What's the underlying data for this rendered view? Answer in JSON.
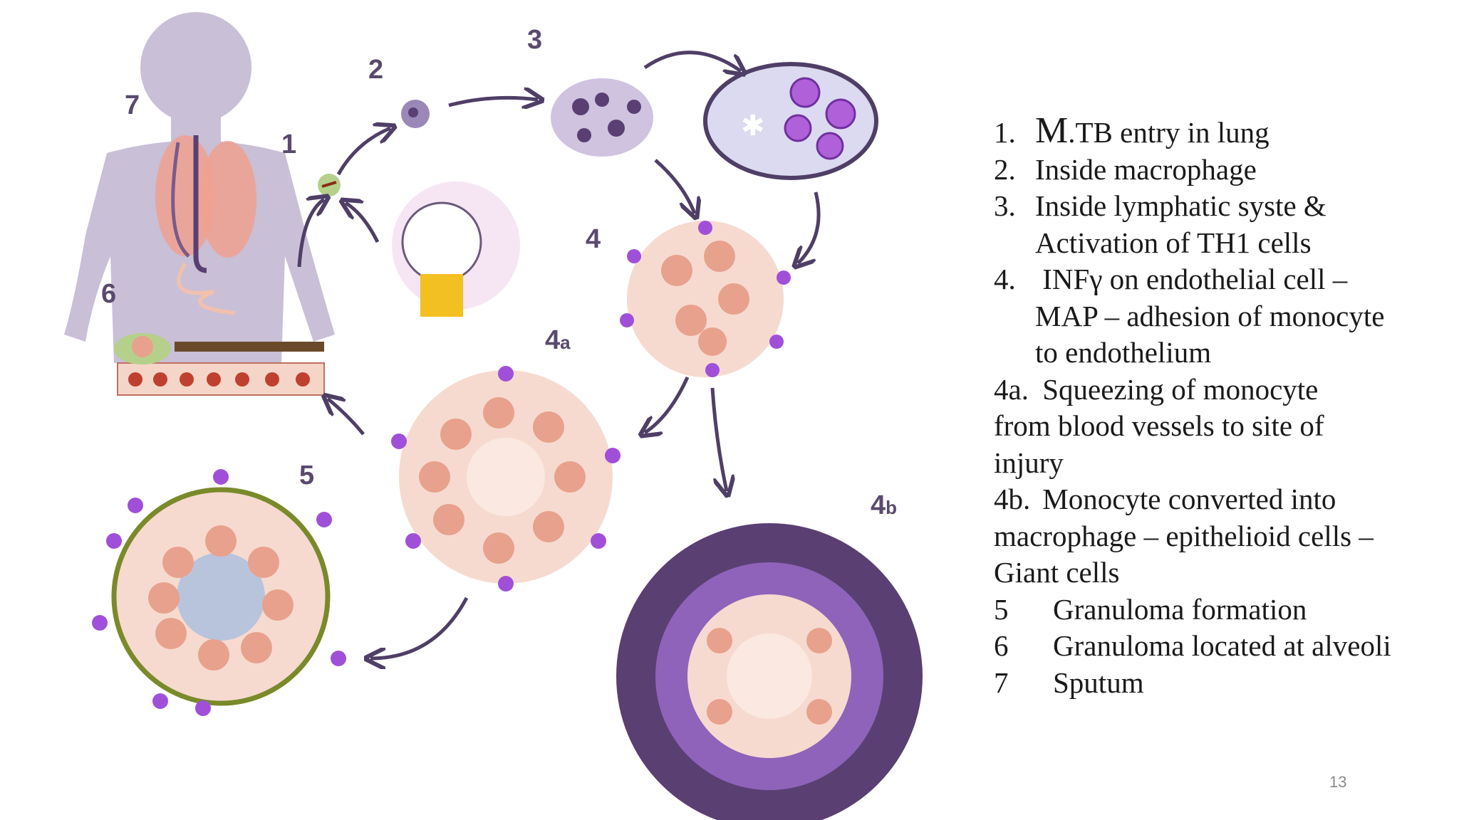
{
  "diagram": {
    "labels": {
      "l1": "1",
      "l2": "2",
      "l3": "3",
      "l4": "4",
      "l4a": "4",
      "l4a_sub": "a",
      "l4b": "4",
      "l4b_sub": "b",
      "l5": "5",
      "l6": "6",
      "l7": "7"
    }
  },
  "legend": {
    "i1": {
      "num": "1.",
      "big": "M",
      "rest": ".TB  entry in lung"
    },
    "i2": {
      "num": "2.",
      "text": "Inside macrophage"
    },
    "i3": {
      "num": "3.",
      "text": "Inside lymphatic syste &",
      "cont": "Activation of TH1 cells"
    },
    "i4": {
      "num": "4.",
      "text": " INFγ on endothelial cell –",
      "cont1": "MAP – adhesion of monocyte",
      "cont2": "to endothelium"
    },
    "i4a": {
      "num": "4a.",
      "text": "  Squeezing of monocyte",
      "cont1": "from blood  vessels to site of",
      "cont2": "injury"
    },
    "i4b": {
      "num": "4b.",
      "text": " Monocyte converted into",
      "cont1": "macrophage – epithelioid cells –",
      "cont2": "Giant cells"
    },
    "i5": {
      "num": "5",
      "text": "Granuloma formation"
    },
    "i6": {
      "num": "6",
      "text": "Granuloma located at alveoli"
    },
    "i7": {
      "num": "7",
      "text": "Sputum"
    }
  },
  "page_number": "13",
  "colors": {
    "silhouette": "#c9bfd6",
    "arrow": "#4f3f66",
    "macrophage": "#e8a18c",
    "lymphocyte": "#a050d8",
    "dark_cell": "#5a3f73",
    "granuloma_ring": "#7a8a2a",
    "bacteria": "#8a2a14"
  }
}
